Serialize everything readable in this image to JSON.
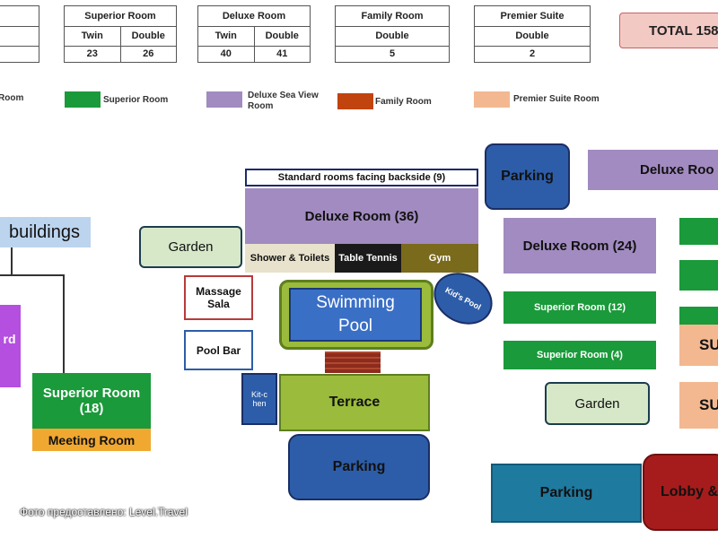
{
  "summary": {
    "superior": {
      "title": "Superior Room",
      "col1": "Twin",
      "col2": "Double",
      "v1": "23",
      "v2": "26"
    },
    "deluxe": {
      "title": "Deluxe Room",
      "col1": "Twin",
      "col2": "Double",
      "v1": "40",
      "v2": "41"
    },
    "family": {
      "title": "Family Room",
      "col1": "Double",
      "v1": "5"
    },
    "premier": {
      "title": "Premier Suite",
      "col1": "Double",
      "v1": "2"
    },
    "total": "TOTAL 158"
  },
  "legend": {
    "standard": "Room",
    "superior": "Superior Room",
    "deluxe_sea": "Deluxe Sea View Room",
    "family": "Family Room",
    "premier": "Premier Suite Room"
  },
  "colors": {
    "standard": "#9a3fd0",
    "superior": "#1a9a3a",
    "deluxe": "#a18bc0",
    "family": "#c1440e",
    "premier": "#f3b890",
    "parking": "#2d5da8",
    "pool": "#3a6fc6",
    "terrace": "#9bbb3c"
  },
  "map": {
    "standard_backside": "Standard rooms facing backside (9)",
    "deluxe_36": "Deluxe Room (36)",
    "shower": "Shower & Toilets",
    "table_tennis": "Table Tennis",
    "gym": "Gym",
    "parking_top": "Parking",
    "deluxe_right": "Deluxe Roo",
    "buildings": "buildings",
    "garden_left": "Garden",
    "deluxe_24": "Deluxe Room (24)",
    "massage": "Massage Sala",
    "swimming_pool": "Swimming Pool",
    "kids_pool": "Kid's Pool",
    "superior_12": "Superior Room (12)",
    "superior_4": "Superior Room (4)",
    "pool_bar": "Pool Bar",
    "kitchen": "Kit-chen",
    "terrace": "Terrace",
    "garden_right": "Garden",
    "su1": "SU",
    "su2": "SU",
    "standard_left": "rd",
    "superior_18": "Superior Room (18)",
    "meeting": "Meeting Room",
    "parking_bottom": "Parking",
    "parking_br": "Parking",
    "lobby": "Lobby &"
  },
  "watermark": "Фото предоставлено: Level.Travel"
}
